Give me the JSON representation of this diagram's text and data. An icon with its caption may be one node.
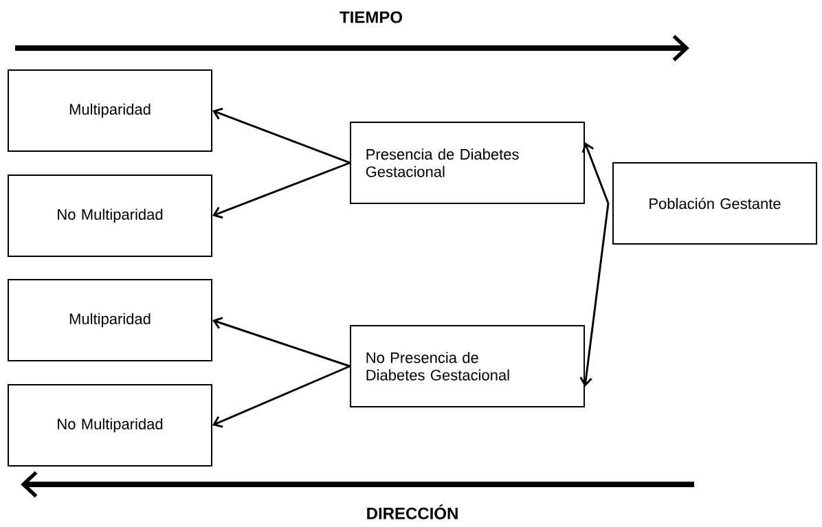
{
  "diagram": {
    "nodes": [
      {
        "text": [
          "Multiparidad"
        ]
      },
      {
        "text": [
          "No Multiparidad"
        ]
      },
      {
        "text": [
          "Multiparidad"
        ]
      },
      {
        "text": [
          "No Multiparidad"
        ]
      },
      {
        "text": [
          "Presencia de Diabetes Gestacional"
        ]
      },
      {
        "text": [
          "No Presencia de Diabetes Gestacional"
        ]
      },
      {
        "text": [
          "Población Gestante"
        ]
      }
    ],
    "edges": [
      {
        "from": 6,
        "to": 4,
        "arrow": "to"
      },
      {
        "from": 6,
        "to": 5,
        "arrow": "to"
      },
      {
        "from": 4,
        "to": 0,
        "arrow": "to"
      },
      {
        "from": 4,
        "to": 1,
        "arrow": "to"
      },
      {
        "from": 5,
        "to": 2,
        "arrow": "to"
      },
      {
        "from": 5,
        "to": 3,
        "arrow": "to"
      }
    ],
    "labels": [
      "TIEMPO",
      "DIRECCIÓN"
    ]
  }
}
